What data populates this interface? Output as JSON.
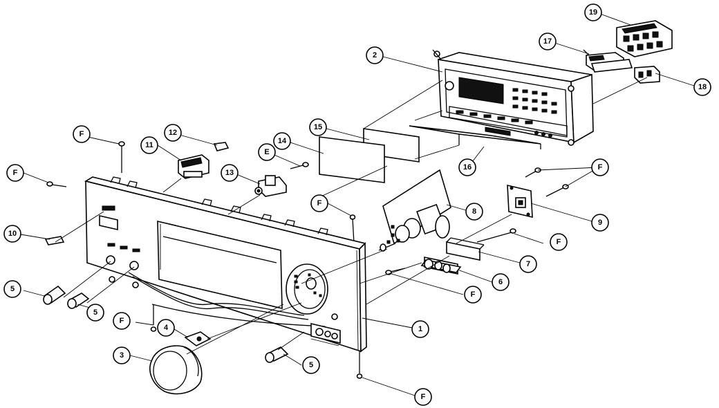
{
  "callouts": [
    {
      "id": "c19",
      "label": "19"
    },
    {
      "id": "c17",
      "label": "17"
    },
    {
      "id": "c2",
      "label": "2"
    },
    {
      "id": "c18",
      "label": "18"
    },
    {
      "id": "c15",
      "label": "15"
    },
    {
      "id": "c14",
      "label": "14"
    },
    {
      "id": "c16",
      "label": "16"
    },
    {
      "id": "cF1",
      "label": "F"
    },
    {
      "id": "c12",
      "label": "12"
    },
    {
      "id": "c11",
      "label": "11"
    },
    {
      "id": "cE",
      "label": "E"
    },
    {
      "id": "c13",
      "label": "13"
    },
    {
      "id": "cF2",
      "label": "F"
    },
    {
      "id": "cF3",
      "label": "F"
    },
    {
      "id": "cF4",
      "label": "F"
    },
    {
      "id": "c8",
      "label": "8"
    },
    {
      "id": "c9",
      "label": "9"
    },
    {
      "id": "c10",
      "label": "10"
    },
    {
      "id": "cF5",
      "label": "F"
    },
    {
      "id": "c7",
      "label": "7"
    },
    {
      "id": "c6",
      "label": "6"
    },
    {
      "id": "c5a",
      "label": "5"
    },
    {
      "id": "cF6",
      "label": "F"
    },
    {
      "id": "c5b",
      "label": "5"
    },
    {
      "id": "c1",
      "label": "1"
    },
    {
      "id": "cF7",
      "label": "F"
    },
    {
      "id": "c4",
      "label": "4"
    },
    {
      "id": "c3",
      "label": "3"
    },
    {
      "id": "c5c",
      "label": "5"
    },
    {
      "id": "cF8",
      "label": "F"
    }
  ]
}
